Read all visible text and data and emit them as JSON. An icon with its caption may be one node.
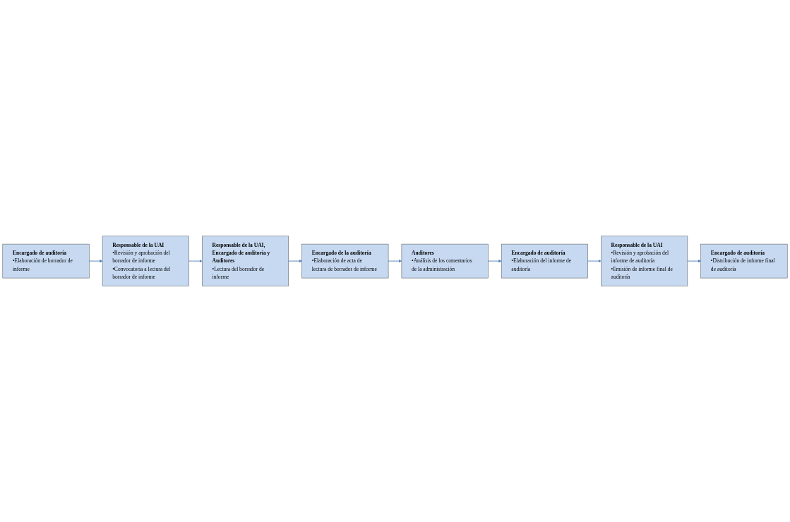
{
  "diagram": {
    "nodes": [
      {
        "text": [
          "Encargado de auditoría",
          "•Elaboración de borrador de informe"
        ]
      },
      {
        "text": [
          "Responsable de la UAI",
          "•Revisión y aprobación del borrador de informe",
          "•Convocatoria a lectura del borrador de informe"
        ]
      },
      {
        "text": [
          "Responsable de la UAI, Encargado de auditoría y Auditores",
          "•Lectura del borrador de informe"
        ]
      },
      {
        "text": [
          "Encargado de la auditoría",
          "•Elaboración de acta de lectura de borrador de informe"
        ]
      },
      {
        "text": [
          "Auditores",
          "•Análisis de los comentarios de la administración"
        ]
      },
      {
        "text": [
          "Encargado de auditoría",
          "•Elaboración del informe de auditoría"
        ]
      },
      {
        "text": [
          "Responsable de la UAI",
          "•Revisión y aprobación del informe de auditoría",
          "•Emisión de informe final de auditoría"
        ]
      },
      {
        "text": [
          "Encargado de auditoría",
          "•Distribución de informe final de auditoría"
        ]
      }
    ],
    "edges": [
      {
        "from": 0,
        "to": 1,
        "arrow": "to"
      },
      {
        "from": 1,
        "to": 2,
        "arrow": "to"
      },
      {
        "from": 2,
        "to": 3,
        "arrow": "to"
      },
      {
        "from": 3,
        "to": 4,
        "arrow": "to"
      },
      {
        "from": 4,
        "to": 5,
        "arrow": "to"
      },
      {
        "from": 5,
        "to": 6,
        "arrow": "to"
      },
      {
        "from": 6,
        "to": 7,
        "arrow": "to"
      }
    ]
  }
}
